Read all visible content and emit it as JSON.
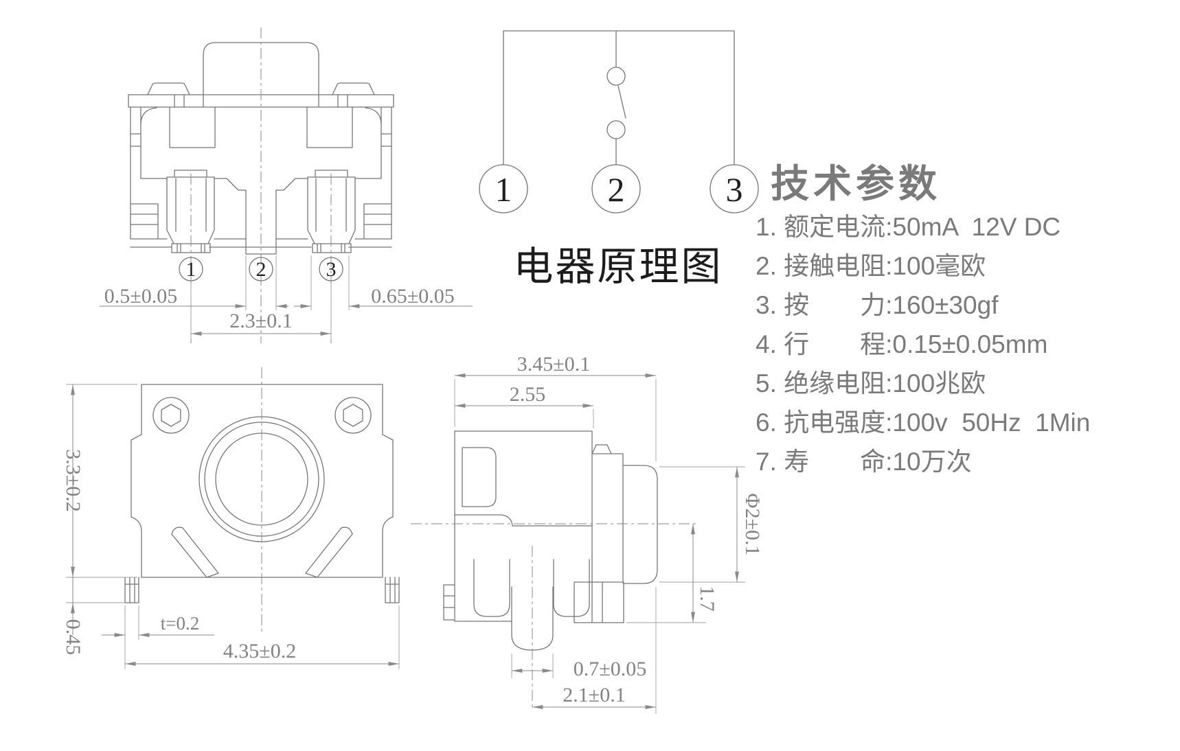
{
  "front_view": {
    "terminal_1": "1",
    "terminal_2": "2",
    "terminal_3": "3",
    "dim_pin2_width": "0.5±0.05",
    "dim_pin3_width": "0.65±0.05",
    "dim_pitch": "2.3±0.1"
  },
  "schematic": {
    "label": "电器原理图",
    "terminal_1": "1",
    "terminal_2": "2",
    "terminal_3": "3"
  },
  "specs": {
    "title": "技术参数",
    "items": [
      "1. 额定电流:50mA  12V DC",
      "2. 接触电阻:100毫欧",
      "3. 按　　力:160±30gf",
      "4. 行　　程:0.15±0.05mm",
      "5. 绝缘电阻:100兆欧",
      "6. 抗电强度:100v  50Hz  1Min",
      "7. 寿　　命:10万次"
    ]
  },
  "top_view": {
    "dim_height": "3.3±0.2",
    "dim_lead": "0.45",
    "dim_thickness": "t=0.2",
    "dim_width": "4.35±0.2"
  },
  "side_view": {
    "dim_overall": "3.45±0.1",
    "dim_body": "2.55",
    "dim_button_dia": "Φ2±0.1",
    "dim_center_h": "1.7",
    "dim_pin_w": "0.7±0.05",
    "dim_pin_pos": "2.1±0.1"
  },
  "colors": {
    "line": "#757575",
    "dim_text": "#828282",
    "ink": "#1c1c1c",
    "spec_text": "#7a7a7a",
    "background": "#ffffff"
  }
}
